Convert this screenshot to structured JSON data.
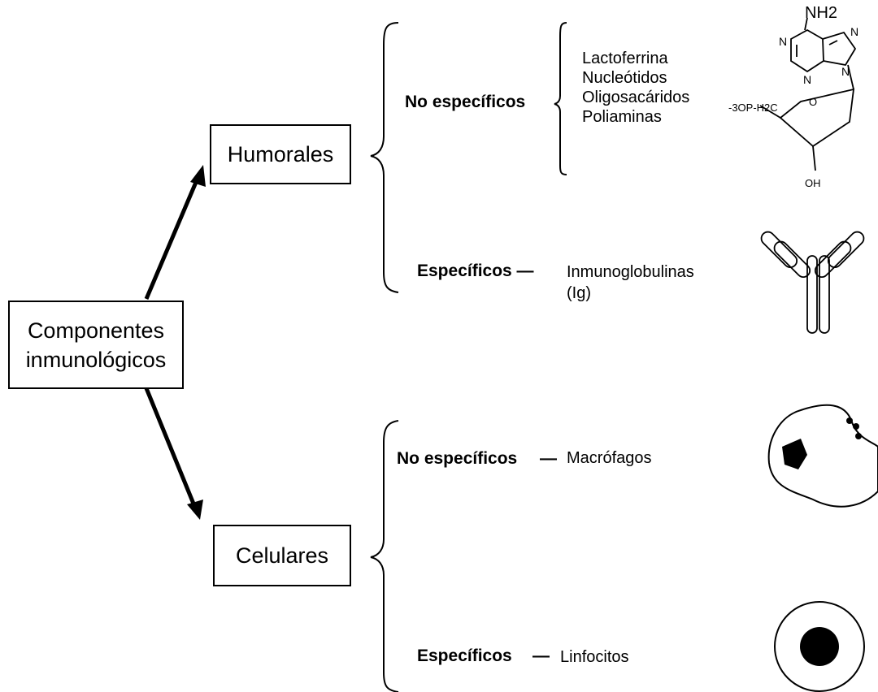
{
  "root": {
    "label_line1": "Componentes",
    "label_line2": "inmunológicos"
  },
  "humorales": {
    "label": "Humorales",
    "no_especificos": {
      "label": "No específicos",
      "items": [
        "Lactoferrina",
        "Nucleótidos",
        "Oligosacáridos",
        "Poliaminas"
      ]
    },
    "especificos": {
      "label": "Específicos —",
      "item_line1": "Inmunoglobulinas",
      "item_line2": "(Ig)"
    }
  },
  "celulares": {
    "label": "Celulares",
    "no_especificos": {
      "label": "No específicos",
      "dash": "—",
      "item": "Macrófagos"
    },
    "especificos": {
      "label": "Específicos",
      "dash": "—",
      "item": "Linfocitos"
    }
  },
  "molecule": {
    "nh2": "NH2",
    "n1": "N",
    "n2": "N",
    "n3": "N",
    "n4": "N",
    "o": "O",
    "phosphate": "-3OP-H2C",
    "oh": "OH"
  },
  "icons": [
    "nucleotide-structure-icon",
    "antibody-icon",
    "macrophage-icon",
    "lymphocyte-icon"
  ]
}
